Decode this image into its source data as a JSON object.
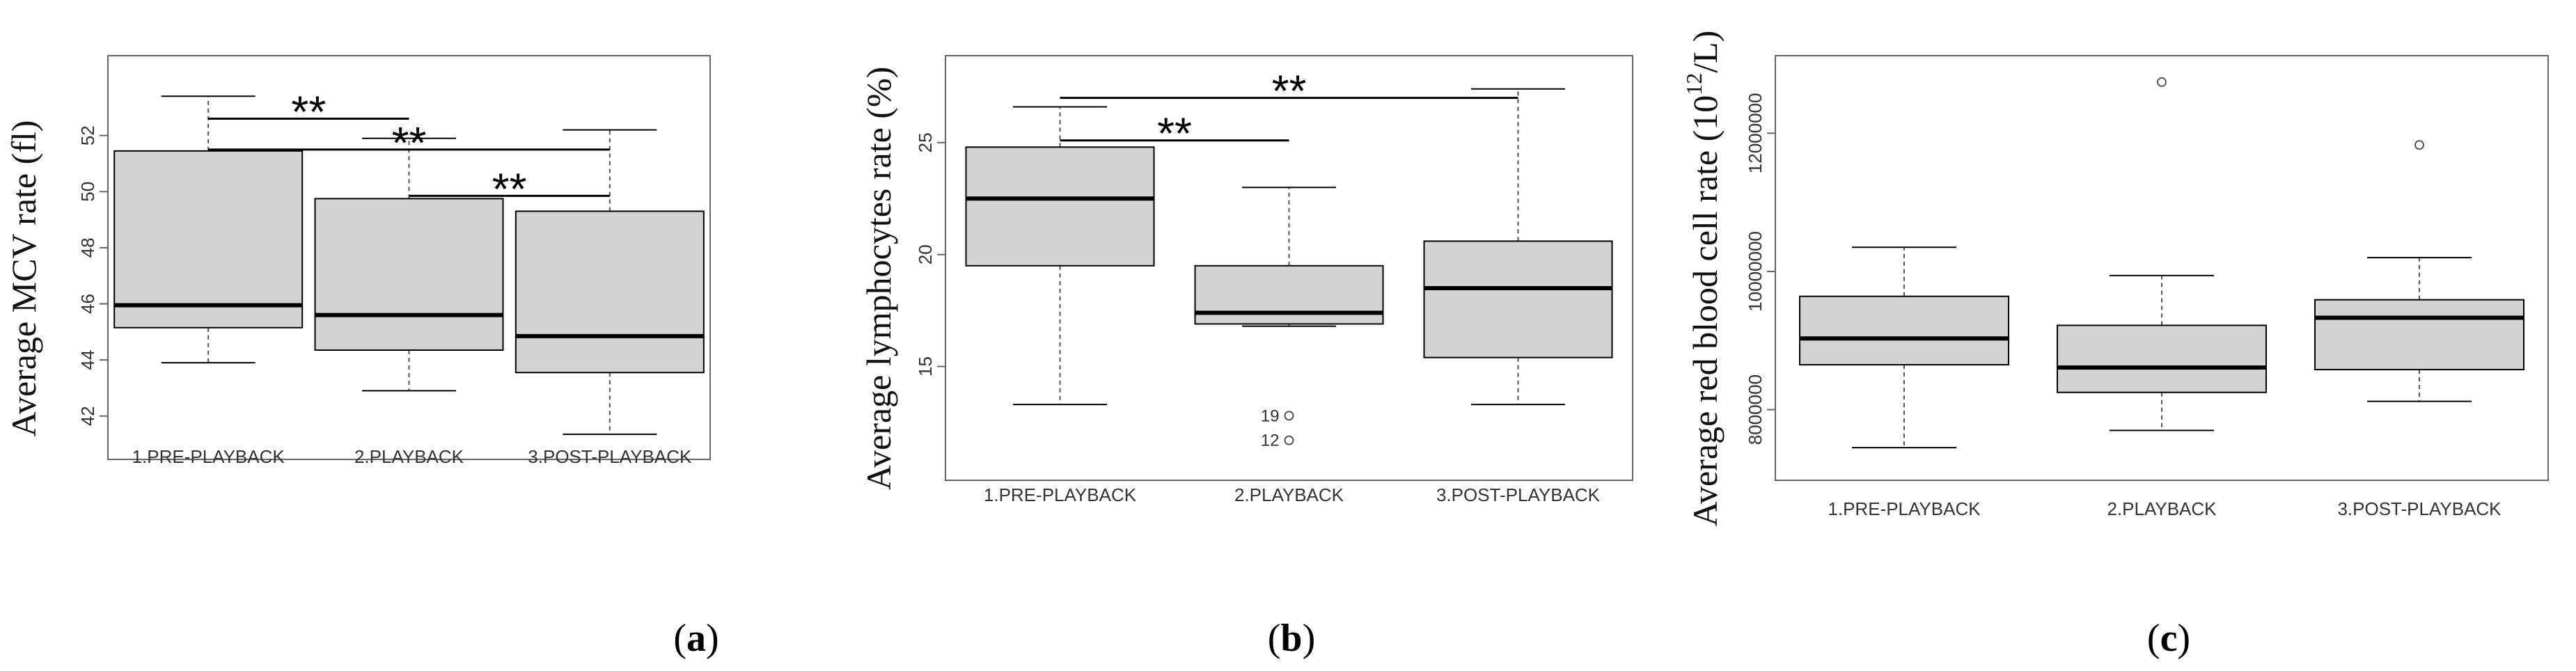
{
  "chart_data": [
    {
      "type": "box",
      "panel_label": "a",
      "ylabel": "Average MCV rate (fl)",
      "categories": [
        "1.PRE-PLAYBACK",
        "2.PLAYBACK",
        "3.POST-PLAYBACK"
      ],
      "ylim": [
        41.0,
        54.3
      ],
      "yticks": [
        42,
        44,
        46,
        48,
        50,
        52
      ],
      "boxes": [
        {
          "whisker_low": 43.9,
          "q1": 45.15,
          "median": 45.95,
          "q3": 51.45,
          "whisker_high": 53.4,
          "outliers": []
        },
        {
          "whisker_low": 42.9,
          "q1": 44.35,
          "median": 45.6,
          "q3": 49.75,
          "whisker_high": 51.9,
          "outliers": []
        },
        {
          "whisker_low": 41.35,
          "q1": 43.55,
          "median": 44.85,
          "q3": 49.3,
          "whisker_high": 52.2,
          "outliers": []
        }
      ],
      "significance": [
        {
          "from": 0,
          "to": 1,
          "y": 52.6,
          "label": "**"
        },
        {
          "from": 0,
          "to": 2,
          "y": 51.5,
          "label": "**"
        },
        {
          "from": 1,
          "to": 2,
          "y": 49.85,
          "label": "**"
        }
      ]
    },
    {
      "type": "box",
      "panel_label": "b",
      "ylabel": "Average lymphocytes rate (%)",
      "categories": [
        "1.PRE-PLAYBACK",
        "2.PLAYBACK",
        "3.POST-PLAYBACK"
      ],
      "ylim": [
        10.6,
        28.2
      ],
      "yticks": [
        15,
        20,
        25
      ],
      "boxes": [
        {
          "whisker_low": 13.3,
          "q1": 19.5,
          "median": 22.5,
          "q3": 24.8,
          "whisker_high": 26.6,
          "outliers": []
        },
        {
          "whisker_low": 16.8,
          "q1": 16.9,
          "median": 17.4,
          "q3": 19.5,
          "whisker_high": 23.0,
          "outliers": [
            {
              "value": 12.8,
              "label": "19"
            },
            {
              "value": 11.7,
              "label": "12"
            }
          ]
        },
        {
          "whisker_low": 13.3,
          "q1": 15.4,
          "median": 18.5,
          "q3": 20.6,
          "whisker_high": 27.4,
          "outliers": []
        }
      ],
      "significance": [
        {
          "from": 0,
          "to": 1,
          "y": 25.1,
          "label": "**"
        },
        {
          "from": 0,
          "to": 2,
          "y": 27.0,
          "label": "**"
        }
      ]
    },
    {
      "type": "box",
      "panel_label": "c",
      "ylabel": "Average red blood cell rate (10",
      "ylabel_superscript": "12",
      "ylabel_suffix": "/L)",
      "categories": [
        "1.PRE-PLAYBACK",
        "2.PLAYBACK",
        "3.POST-PLAYBACK"
      ],
      "ylim": [
        7200000,
        12900000
      ],
      "yticks": [
        8000000,
        10000000,
        12000000
      ],
      "boxes": [
        {
          "whisker_low": 7450000,
          "q1": 8650000,
          "median": 9030000,
          "q3": 9640000,
          "whisker_high": 10350000,
          "outliers": []
        },
        {
          "whisker_low": 7700000,
          "q1": 8250000,
          "median": 8610000,
          "q3": 9220000,
          "whisker_high": 9940000,
          "outliers": [
            {
              "value": 12740000,
              "label": ""
            }
          ]
        },
        {
          "whisker_low": 8120000,
          "q1": 8580000,
          "median": 9330000,
          "q3": 9590000,
          "whisker_high": 10200000,
          "outliers": [
            {
              "value": 11830000,
              "label": ""
            }
          ]
        }
      ],
      "significance": []
    }
  ],
  "colors": {
    "box_fill": "#d3d3d3",
    "line": "#000000",
    "whisker": "#555555",
    "frame": "#666666",
    "tick_text": "#333333"
  }
}
